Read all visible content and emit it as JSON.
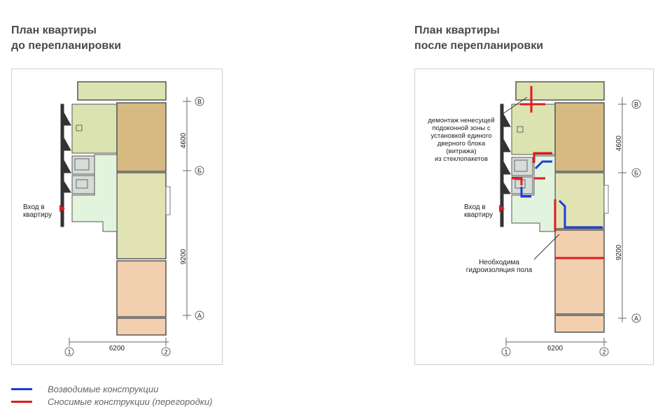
{
  "before": {
    "title_line1": "План квартиры",
    "title_line2": "до перепланировки",
    "entrance_line1": "Вход в",
    "entrance_line2": "квартиру",
    "dim_4600": "4600",
    "dim_9200": "9200",
    "dim_6200": "6200",
    "axis_v": "В",
    "axis_b": "Б",
    "axis_a": "А",
    "axis_1": "1",
    "axis_2": "2"
  },
  "after": {
    "title_line1": "План квартиры",
    "title_line2": "после перепланировки",
    "entrance_line1": "Вход в",
    "entrance_line2": "квартиру",
    "note1_lines": [
      "демонтаж ненесущей",
      "подоконной зоны с",
      "установкой единого",
      "дверного блока",
      "(витража)",
      "из стеклопакетов"
    ],
    "note2_line1": "Необходима",
    "note2_line2": "гидроизоляция пола",
    "dim_4600": "4600",
    "dim_9200": "9200",
    "dim_6200": "6200",
    "axis_v": "В",
    "axis_b": "Б",
    "axis_a": "А",
    "axis_1": "1",
    "axis_2": "2"
  },
  "legend": {
    "built_label": "Возводимые конструкции",
    "removed_label": "Сносимые конструкции (перегородки)",
    "built_color": "#1a3fd6",
    "removed_color": "#e01b1b"
  },
  "colors": {
    "room_green": "#dbe3b0",
    "room_brown": "#d6ba82",
    "room_olive": "#e2e3b4",
    "room_peach": "#f2cfae",
    "room_light": "#e3f4de"
  }
}
